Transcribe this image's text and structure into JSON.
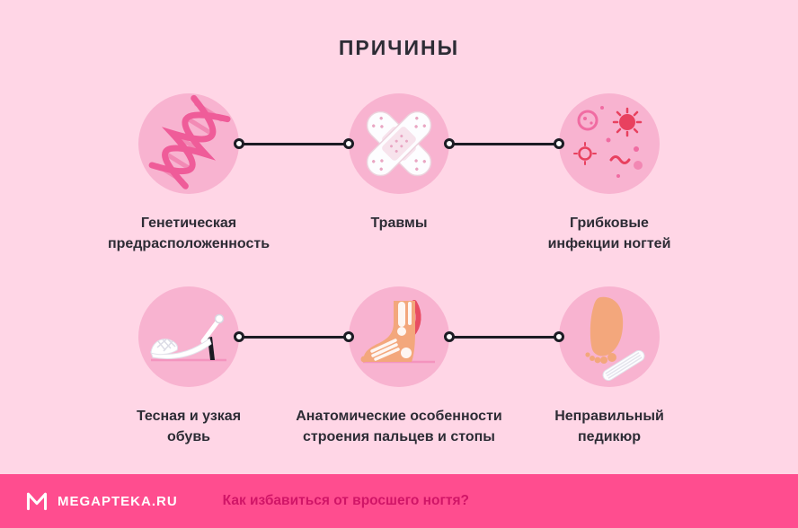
{
  "title": "ПРИЧИНЫ",
  "rows": [
    {
      "items": [
        {
          "icon": "dna-icon",
          "label": "Генетическая\nпредрасположенность"
        },
        {
          "icon": "bandage-icon",
          "label": "Травмы"
        },
        {
          "icon": "fungus-icon",
          "label": "Грибковые\nинфекции ногтей"
        }
      ]
    },
    {
      "items": [
        {
          "icon": "shoe-icon",
          "label": "Тесная и узкая\nобувь"
        },
        {
          "icon": "foot-anatomy-icon",
          "label": "Анатомические особенности\nстроения пальцев и стопы"
        },
        {
          "icon": "pedicure-icon",
          "label": "Неправильный\nпедикюр"
        }
      ]
    }
  ],
  "footer": {
    "brand": "MEGAPTEKA.RU",
    "question": "Как избавиться от вросшего ногтя?"
  },
  "colors": {
    "background": "#FFD6E6",
    "circle": "#F8B3D0",
    "connector": "#1C1C24",
    "footer_bg": "#FF4D8F",
    "footer_question": "#D01567",
    "text": "#2D2C35"
  }
}
